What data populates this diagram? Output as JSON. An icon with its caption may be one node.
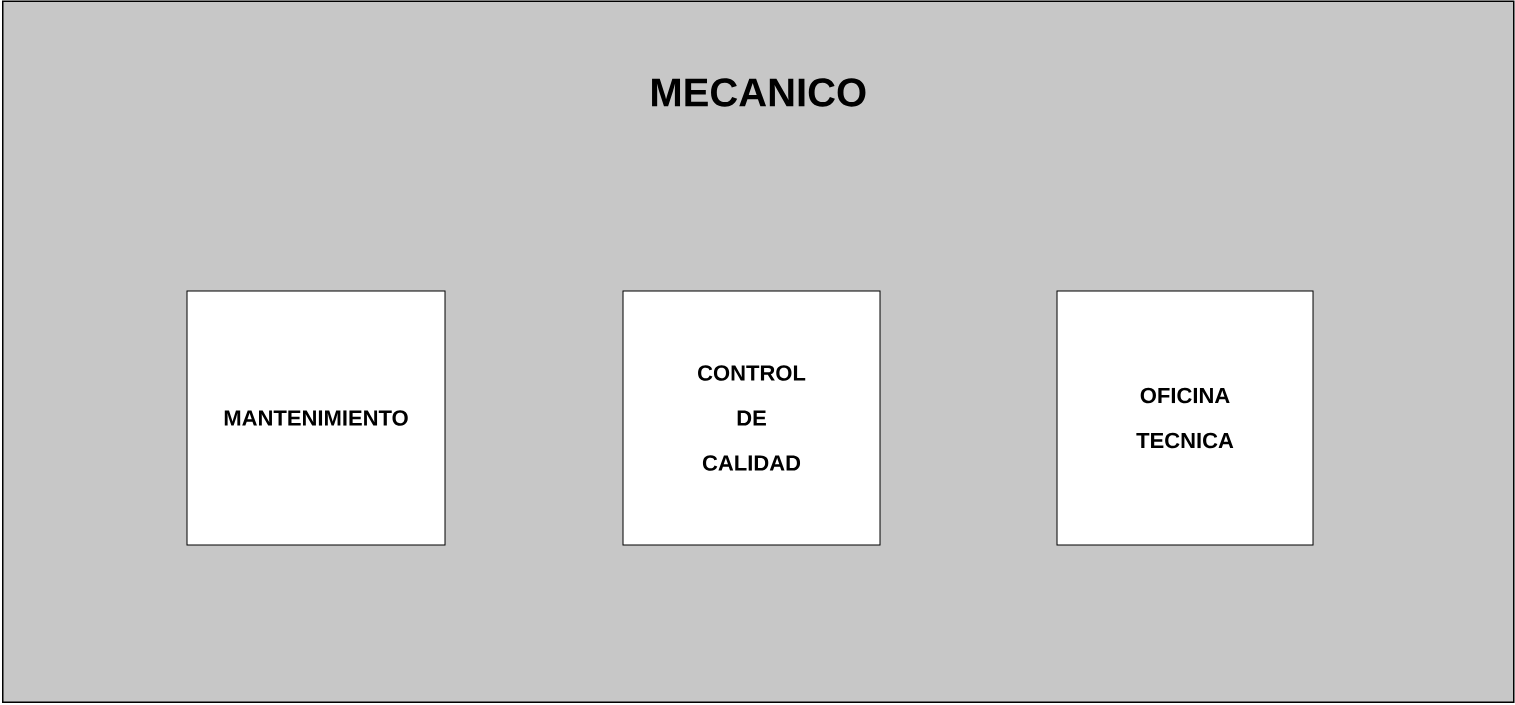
{
  "diagram": {
    "nodes": [
      {
        "text": [
          "MECANICO"
        ]
      },
      {
        "text": [
          "MANTENIMIENTO"
        ],
        "in": 0
      },
      {
        "text": [
          "CONTROL DE CALIDAD"
        ],
        "in": 0
      },
      {
        "text": [
          "OFICINA TECNICA"
        ],
        "in": 0
      }
    ]
  }
}
